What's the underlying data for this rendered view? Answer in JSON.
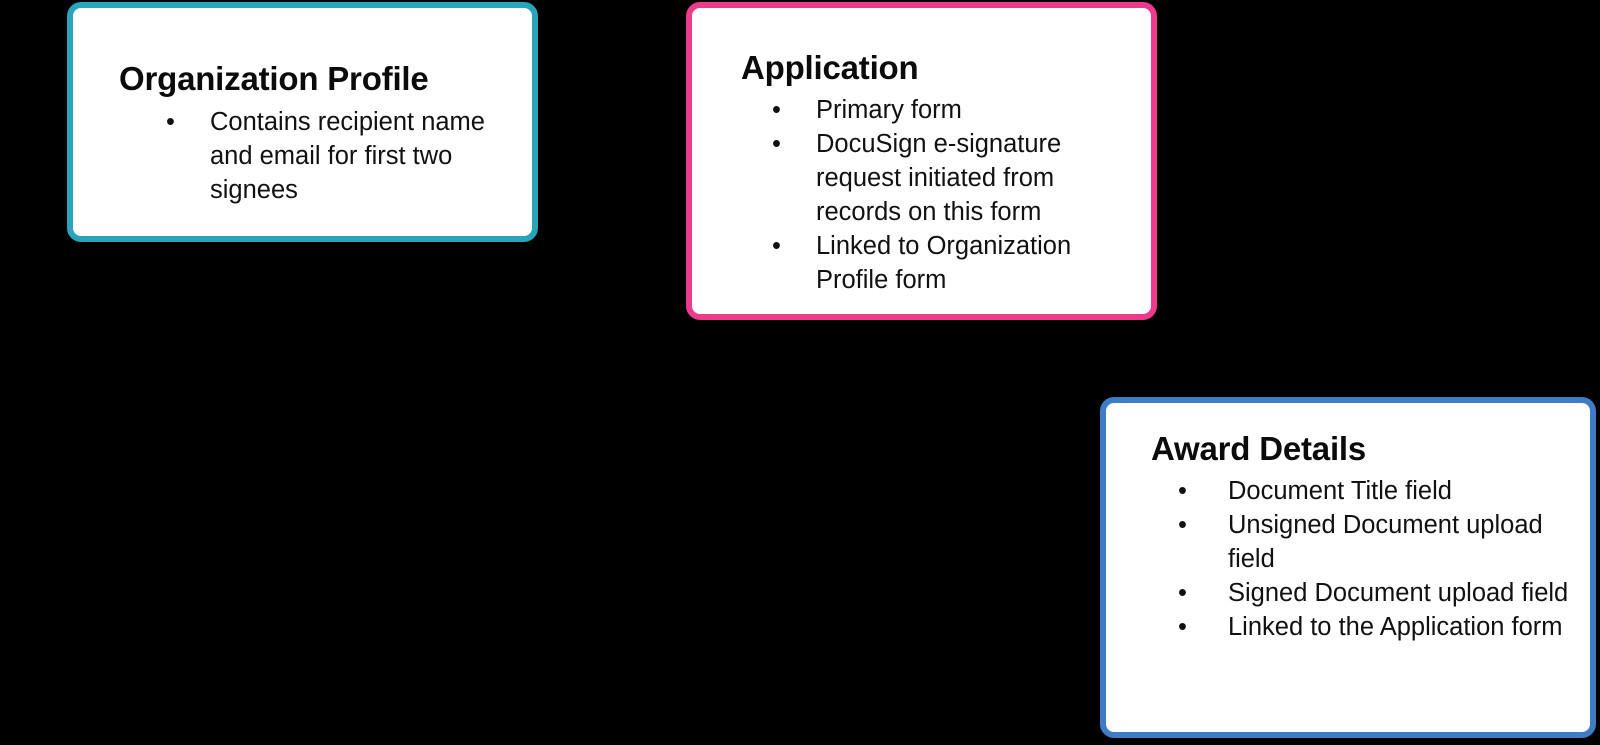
{
  "diagram": {
    "background_color": "#000000",
    "cards": [
      {
        "id": "organization-profile",
        "title": "Organization Profile",
        "border_color": "#29A4BA",
        "bullet_glyph": "•",
        "bullets": [
          "Contains recipient name and email for first two signees"
        ]
      },
      {
        "id": "application",
        "title": "Application",
        "border_color": "#EC3A8C",
        "bullet_glyph": "•",
        "bullets": [
          "Primary form",
          "DocuSign e-signature request initiated from records on this form",
          "Linked to Organization Profile form"
        ]
      },
      {
        "id": "award-details",
        "title": "Award Details",
        "border_color": "#3F7CC6",
        "bullet_glyph": "•",
        "bullets": [
          "Document Title field",
          "Unsigned Document upload field",
          "Signed Document upload field",
          "Linked to the Application form"
        ]
      }
    ]
  }
}
